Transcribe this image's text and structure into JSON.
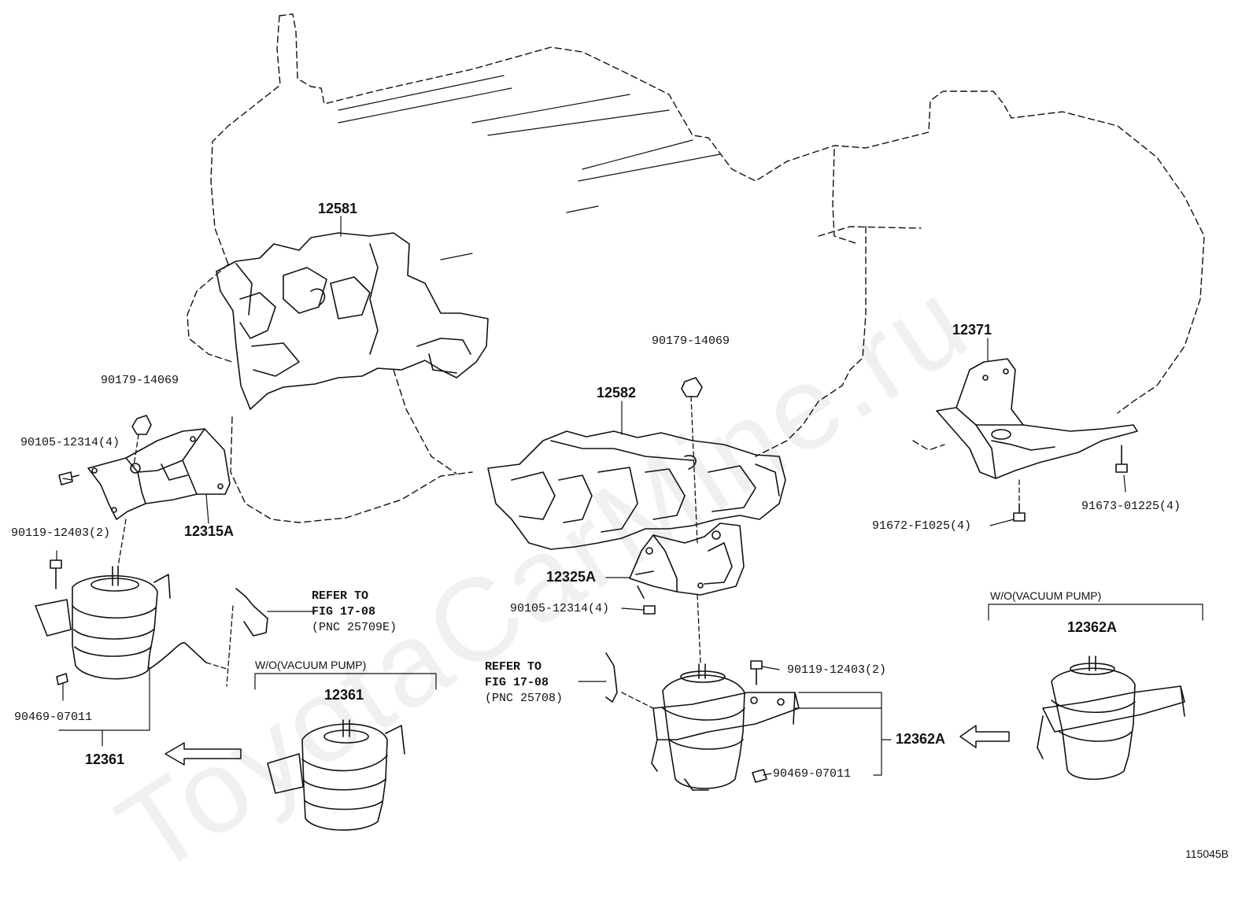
{
  "watermark": "ToyotaCarMine.ru",
  "figure_id": "115045B",
  "parts": {
    "p12581": "12581",
    "p12582": "12582",
    "p12371": "12371",
    "p12315A": "12315A",
    "p12325A": "12325A",
    "p12361_left": "12361",
    "p12361_box": "12361",
    "p12362A_right": "12362A",
    "p12362A_box": "12362A",
    "nut_left": "90179-14069",
    "nut_center": "90179-14069",
    "bolt_left_4": "90105-12314(4)",
    "bolt_center_4": "90105-12314(4)",
    "bolt_left_2": "90119-12403(2)",
    "bolt_center_2": "90119-12403(2)",
    "clip_left": "90469-07011",
    "clip_center": "90469-07011",
    "bolt_916": "91672-F1025(4)",
    "bolt_9167": "91673-01225(4)"
  },
  "refer_left": {
    "line1": "REFER TO",
    "line2": "FIG 17-08",
    "line3": "(PNC 25709E)"
  },
  "refer_center": {
    "line1": "REFER TO",
    "line2": "FIG 17-08",
    "line3": "(PNC 25708)"
  },
  "conditions": {
    "left": "W/O(VACUUM PUMP)",
    "right": "W/O(VACUUM PUMP)"
  }
}
